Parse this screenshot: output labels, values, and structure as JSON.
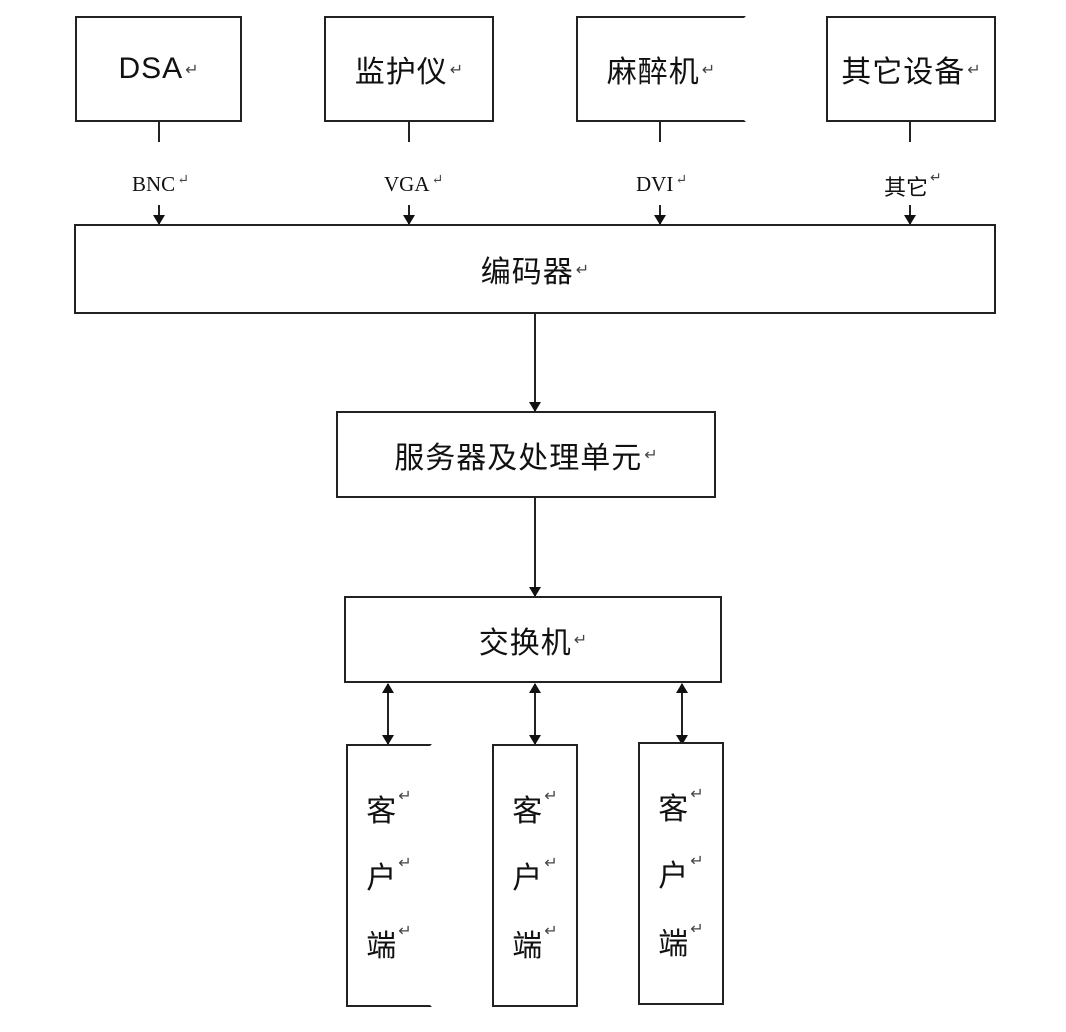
{
  "sources": [
    {
      "label": "DSA",
      "mark": "↵"
    },
    {
      "label": "监护仪",
      "mark": "↵"
    },
    {
      "label": "麻醉机",
      "mark": "↵"
    },
    {
      "label": "其它设备",
      "mark": "↵"
    }
  ],
  "ports": [
    {
      "label": "BNC",
      "mark": "↵"
    },
    {
      "label": "VGA",
      "mark": "↵"
    },
    {
      "label": "DVI",
      "mark": "↵"
    },
    {
      "label": "其它",
      "mark": "↵"
    }
  ],
  "encoder": {
    "label": "编码器",
    "mark": "↵"
  },
  "server": {
    "label": "服务器及处理单元",
    "mark": "↵"
  },
  "switch": {
    "label": "交换机",
    "mark": "↵"
  },
  "clients": [
    {
      "chars": [
        "客",
        "户",
        "端"
      ],
      "mark": "↵"
    },
    {
      "chars": [
        "客",
        "户",
        "端"
      ],
      "mark": "↵"
    },
    {
      "chars": [
        "客",
        "户",
        "端"
      ],
      "mark": "↵"
    }
  ]
}
